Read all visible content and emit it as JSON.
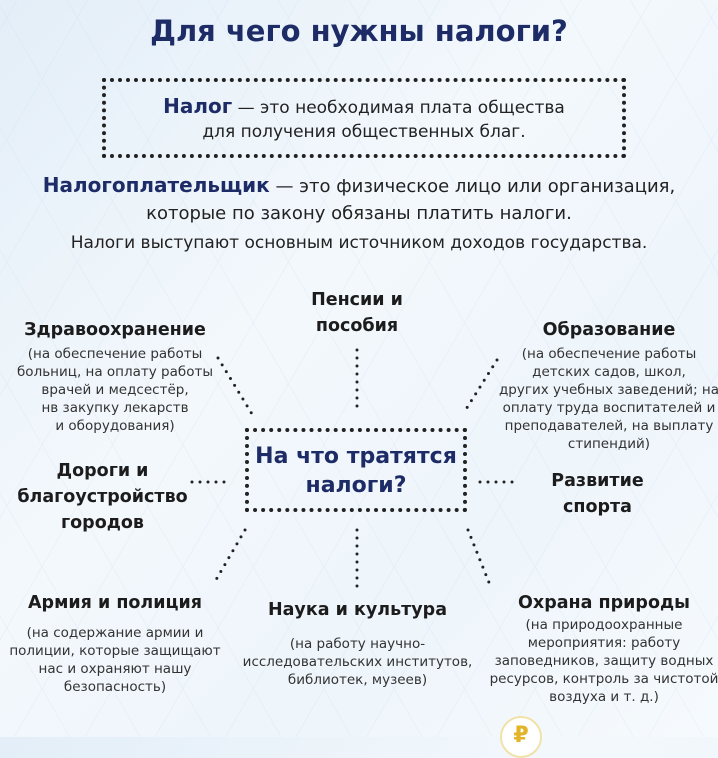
{
  "title": "Для чего нужны налоги?",
  "definition": {
    "term": "Налог",
    "text_line1": " — это необходимая плата общества",
    "text_line2": "для получения общественных благ."
  },
  "taxpayer": {
    "term": "Налогоплательщик",
    "text_line1": " — это физическое лицо или организация,",
    "text_line2": "которые по закону обязаны платить налоги."
  },
  "statement": "Налоги выступают основным источником доходов государства.",
  "center": {
    "line1": "На что тратятся",
    "line2": "налоги?"
  },
  "items": {
    "health": {
      "title": "Здравоохранение",
      "desc": [
        "(на обеспечение работы",
        "больниц, на оплату работы",
        "врачей и медсестёр,",
        "нв закупку лекарств",
        "и оборудования)"
      ]
    },
    "pensions": {
      "title": [
        "Пенсии и",
        "пособия"
      ]
    },
    "education": {
      "title": "Образование",
      "desc": [
        "(на обеспечение работы",
        "детских садов, школ,",
        "других учебных заведений; на",
        "оплату труда воспитателей и",
        "преподавателей, на выплату",
        "стипендий)"
      ]
    },
    "roads": {
      "title": [
        "Дороги и",
        "благоустройство",
        "городов"
      ]
    },
    "sport": {
      "title": [
        "Развитие",
        "спорта"
      ]
    },
    "army": {
      "title": "Армия и полиция",
      "desc": [
        "(на содержание армии и",
        "полиции, которые защищают",
        "нас и охраняют нашу",
        "безопасность)"
      ]
    },
    "science": {
      "title": "Наука и культура",
      "desc": [
        "(на работу научно-",
        "исследовательских институтов,",
        "библиотек, музеев)"
      ]
    },
    "nature": {
      "title": "Охрана природы",
      "desc": [
        "(на природоохранные",
        "мероприятия: работу",
        "заповедников, защиту водных",
        "ресурсов, контроль за чистотой",
        "воздуха и т. д.)"
      ]
    }
  },
  "coin_symbol": "₽",
  "colors": {
    "title": "#1d2b66",
    "text": "#222222"
  }
}
